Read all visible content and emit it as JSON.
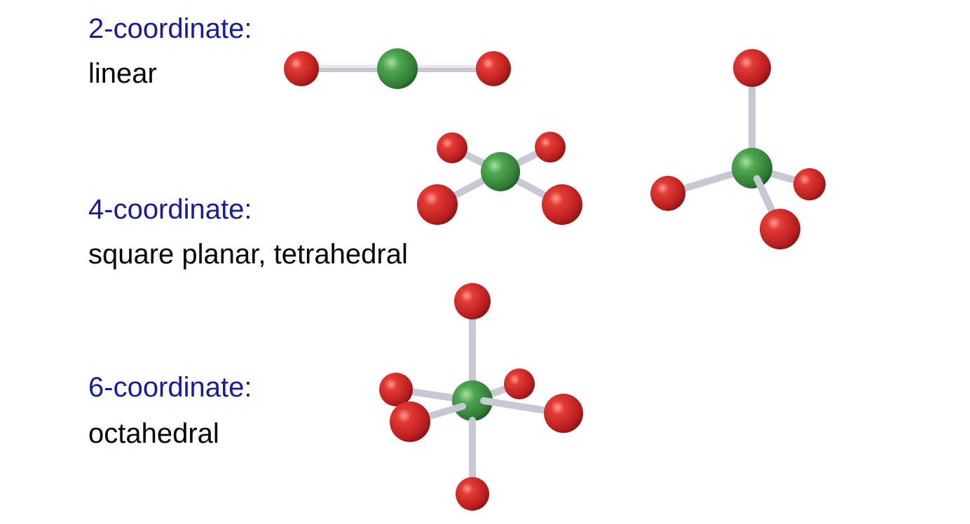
{
  "slide": {
    "groups": [
      {
        "heading": "2-coordinate:",
        "geometry": "linear"
      },
      {
        "heading": "4-coordinate:",
        "geometry": "square planar, tetrahedral"
      },
      {
        "heading": "6-coordinate:",
        "geometry": "octahedral"
      }
    ],
    "colors": {
      "heading": "#1a1a9c",
      "text": "#000000",
      "central_atom": "#3f9a45",
      "ligand_atom": "#d8302f",
      "bond": "#c7c8d3"
    },
    "models": [
      {
        "name": "linear",
        "ligands": 2
      },
      {
        "name": "square-planar",
        "ligands": 4
      },
      {
        "name": "tetrahedral",
        "ligands": 4
      },
      {
        "name": "octahedral",
        "ligands": 6
      }
    ]
  }
}
